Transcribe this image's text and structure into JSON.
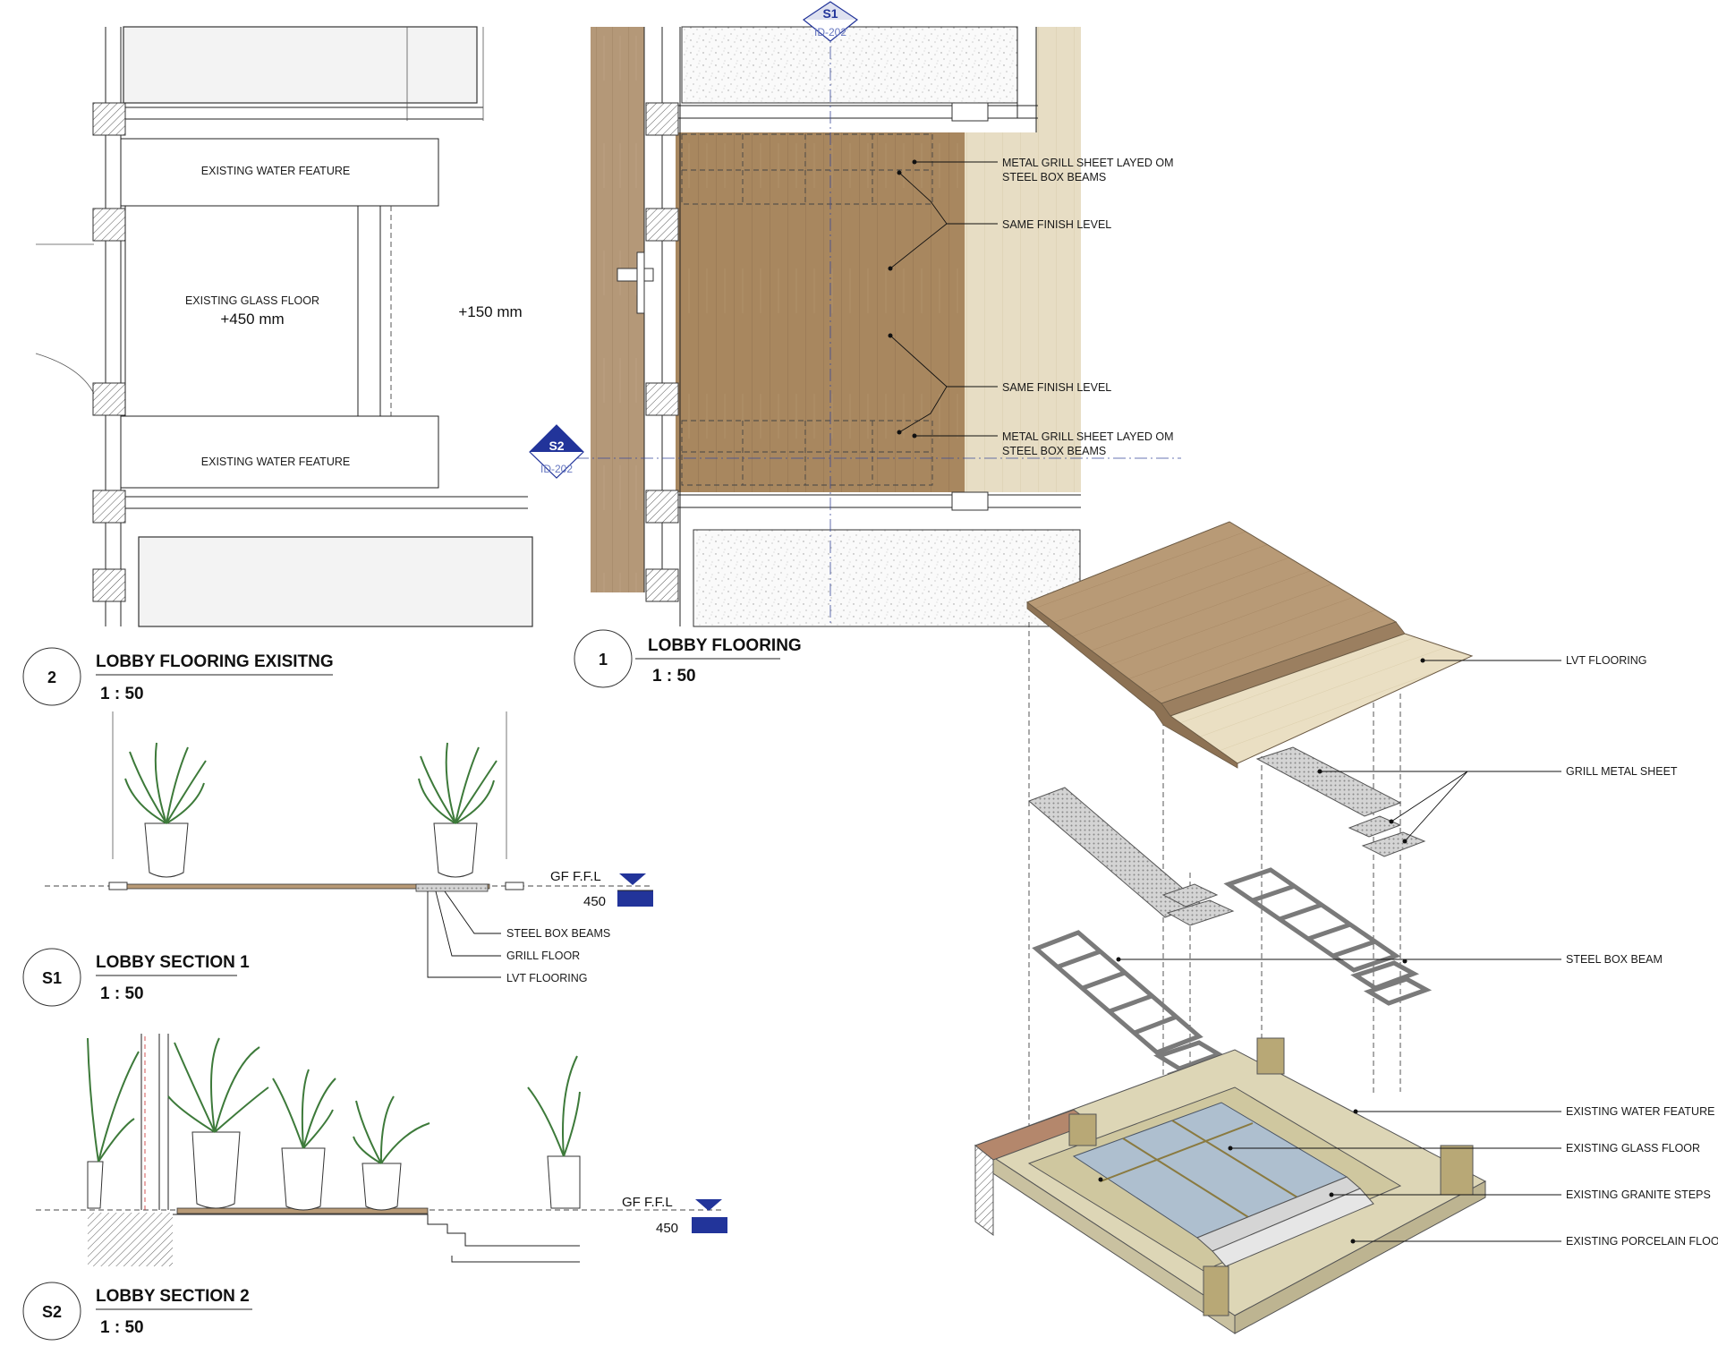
{
  "colors": {
    "wood_dark": "#b69a7a",
    "wood_medium": "#a98a68",
    "wood_light": "#e6dcc3",
    "glass": "#aebfcf",
    "stone": "#d8cfa8",
    "tag_blue": "#22349a",
    "plant_green": "#3d7a3a"
  },
  "plan_existing": {
    "water_feature_top": "EXISTING WATER FEATURE",
    "glass_floor": "EXISTING GLASS FLOOR",
    "glass_floor_level": "+450 mm",
    "water_feature_bottom": "EXISTING WATER FEATURE",
    "surrounding_level": "+150 mm",
    "title_number": "2",
    "title": "LOBBY FLOORING EXISITNG",
    "scale": "1 : 50"
  },
  "plan_new": {
    "tag_s1": "S1",
    "tag_s1_ref": "ID-202",
    "tag_s2": "S2",
    "tag_s2_ref": "ID-202",
    "notes": [
      "METAL GRILL SHEET LAYED OM",
      "STEEL BOX BEAMS",
      "SAME FINISH LEVEL",
      "SAME FINISH LEVEL",
      "METAL GRILL SHEET LAYED OM",
      "STEEL BOX BEAMS"
    ],
    "title_number": "1",
    "title": "LOBBY FLOORING",
    "scale": "1 : 50"
  },
  "section1": {
    "level_name": "GF  F.F.L",
    "level_value": "450",
    "notes": [
      "STEEL BOX BEAMS",
      "GRILL FLOOR",
      "LVT FLOORING"
    ],
    "title_number": "S1",
    "title": "LOBBY SECTION 1",
    "scale": "1 : 50"
  },
  "section2": {
    "level_name": "GF  F.F.L",
    "level_value": "450",
    "title_number": "S2",
    "title": "LOBBY SECTION 2",
    "scale": "1 : 50"
  },
  "axo": {
    "labels": [
      "LVT FLOORING",
      "GRILL METAL SHEET",
      "STEEL BOX BEAM",
      "EXISTING WATER FEATURE",
      "EXISTING GLASS FLOOR",
      "EXISTING GRANITE STEPS",
      "EXISTING PORCELAIN FLOOR"
    ]
  }
}
